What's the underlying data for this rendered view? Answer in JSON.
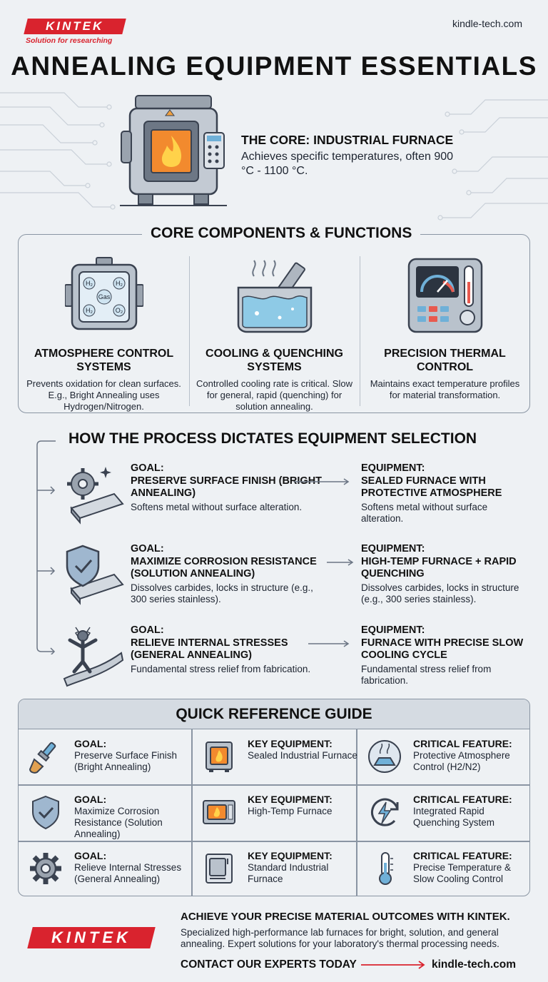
{
  "brand": {
    "logo_text": "KINTEK",
    "tagline": "Solution for researching",
    "website": "kindle-tech.com",
    "accent_color": "#d9232e"
  },
  "title": "ANNEALING EQUIPMENT ESSENTIALS",
  "hero": {
    "icon": "furnace-icon",
    "heading": "THE CORE: INDUSTRIAL FURNACE",
    "description": "Achieves specific temperatures, often 900 °C - 1100 °C."
  },
  "components": {
    "heading": "CORE COMPONENTS & FUNCTIONS",
    "items": [
      {
        "icon": "atmosphere-chamber-icon",
        "title": "ATMOSPHERE CONTROL SYSTEMS",
        "description": "Prevents oxidation for clean surfaces. E.g., Bright Annealing uses Hydrogen/Nitrogen.",
        "gas_labels": [
          "H₂",
          "H₂",
          "Gas",
          "H₂",
          "O₂"
        ]
      },
      {
        "icon": "quench-tank-icon",
        "title": "COOLING & QUENCHING SYSTEMS",
        "description": "Controlled cooling rate is critical. Slow for general, rapid (quenching) for solution annealing."
      },
      {
        "icon": "thermal-controller-icon",
        "title": "PRECISION THERMAL CONTROL",
        "description": "Maintains exact temperature profiles for material transformation."
      }
    ]
  },
  "process": {
    "heading": "HOW THE PROCESS DICTATES EQUIPMENT SELECTION",
    "rows": [
      {
        "icon": "gear-plate-icon",
        "goal_label": "GOAL:",
        "goal": "PRESERVE SURFACE FINISH (BRIGHT ANNEALING)",
        "goal_desc": "Softens metal without surface alteration.",
        "equipment_label": "EQUIPMENT:",
        "equipment": "SEALED FURNACE WITH PROTECTIVE ATMOSPHERE",
        "equipment_desc": "Softens metal without surface alteration."
      },
      {
        "icon": "shield-plate-icon",
        "goal_label": "GOAL:",
        "goal": "MAXIMIZE CORROSION RESISTANCE (SOLUTION ANNEALING)",
        "goal_desc": "Dissolves carbides, locks in structure (e.g., 300 series stainless).",
        "equipment_label": "EQUIPMENT:",
        "equipment": "HIGH-TEMP FURNACE + RAPID QUENCHING",
        "equipment_desc": "Dissolves carbides, locks in structure (e.g., 300 series stainless)."
      },
      {
        "icon": "stress-relief-icon",
        "goal_label": "GOAL:",
        "goal": "RELIEVE INTERNAL STRESSES (GENERAL ANNEALING)",
        "goal_desc": "Fundamental stress relief from fabrication.",
        "equipment_label": "EQUIPMENT:",
        "equipment": "FURNACE WITH PRECISE SLOW COOLING CYCLE",
        "equipment_desc": "Fundamental stress relief from fabrication."
      }
    ]
  },
  "quick_ref": {
    "heading": "QUICK REFERENCE GUIDE",
    "rows": [
      [
        {
          "icon": "paintbrush-icon",
          "label": "GOAL:",
          "text": "Preserve Surface Finish (Bright Annealing)"
        },
        {
          "icon": "furnace-icon",
          "label": "KEY EQUIPMENT:",
          "text": "Sealed Industrial Furnace"
        },
        {
          "icon": "atmosphere-control-icon",
          "label": "CRITICAL FEATURE:",
          "text": "Protective Atmosphere Control (H2/N2)"
        }
      ],
      [
        {
          "icon": "shield-check-icon",
          "label": "GOAL:",
          "text": "Maximize Corrosion Resistance (Solution Annealing)"
        },
        {
          "icon": "furnace-icon",
          "label": "KEY EQUIPMENT:",
          "text": "High-Temp Furnace"
        },
        {
          "icon": "rapid-quench-icon",
          "label": "CRITICAL FEATURE:",
          "text": "Integrated Rapid Quenching System"
        }
      ],
      [
        {
          "icon": "gear-icon",
          "label": "GOAL:",
          "text": "Relieve Internal Stresses (General Annealing)"
        },
        {
          "icon": "furnace-icon",
          "label": "KEY EQUIPMENT:",
          "text": "Standard Industrial Furnace"
        },
        {
          "icon": "thermometer-icon",
          "label": "CRITICAL FEATURE:",
          "text": "Precise Temperature & Slow Cooling Control"
        }
      ]
    ]
  },
  "footer": {
    "logo_text": "KINTEK",
    "heading": "ACHIEVE YOUR PRECISE MATERIAL OUTCOMES WITH KINTEK.",
    "description": "Specialized high-performance lab furnaces for bright, solution, and general annealing. Expert solutions for your laboratory's thermal processing needs.",
    "cta": "CONTACT OUR EXPERTS TODAY",
    "website": "kindle-tech.com"
  }
}
